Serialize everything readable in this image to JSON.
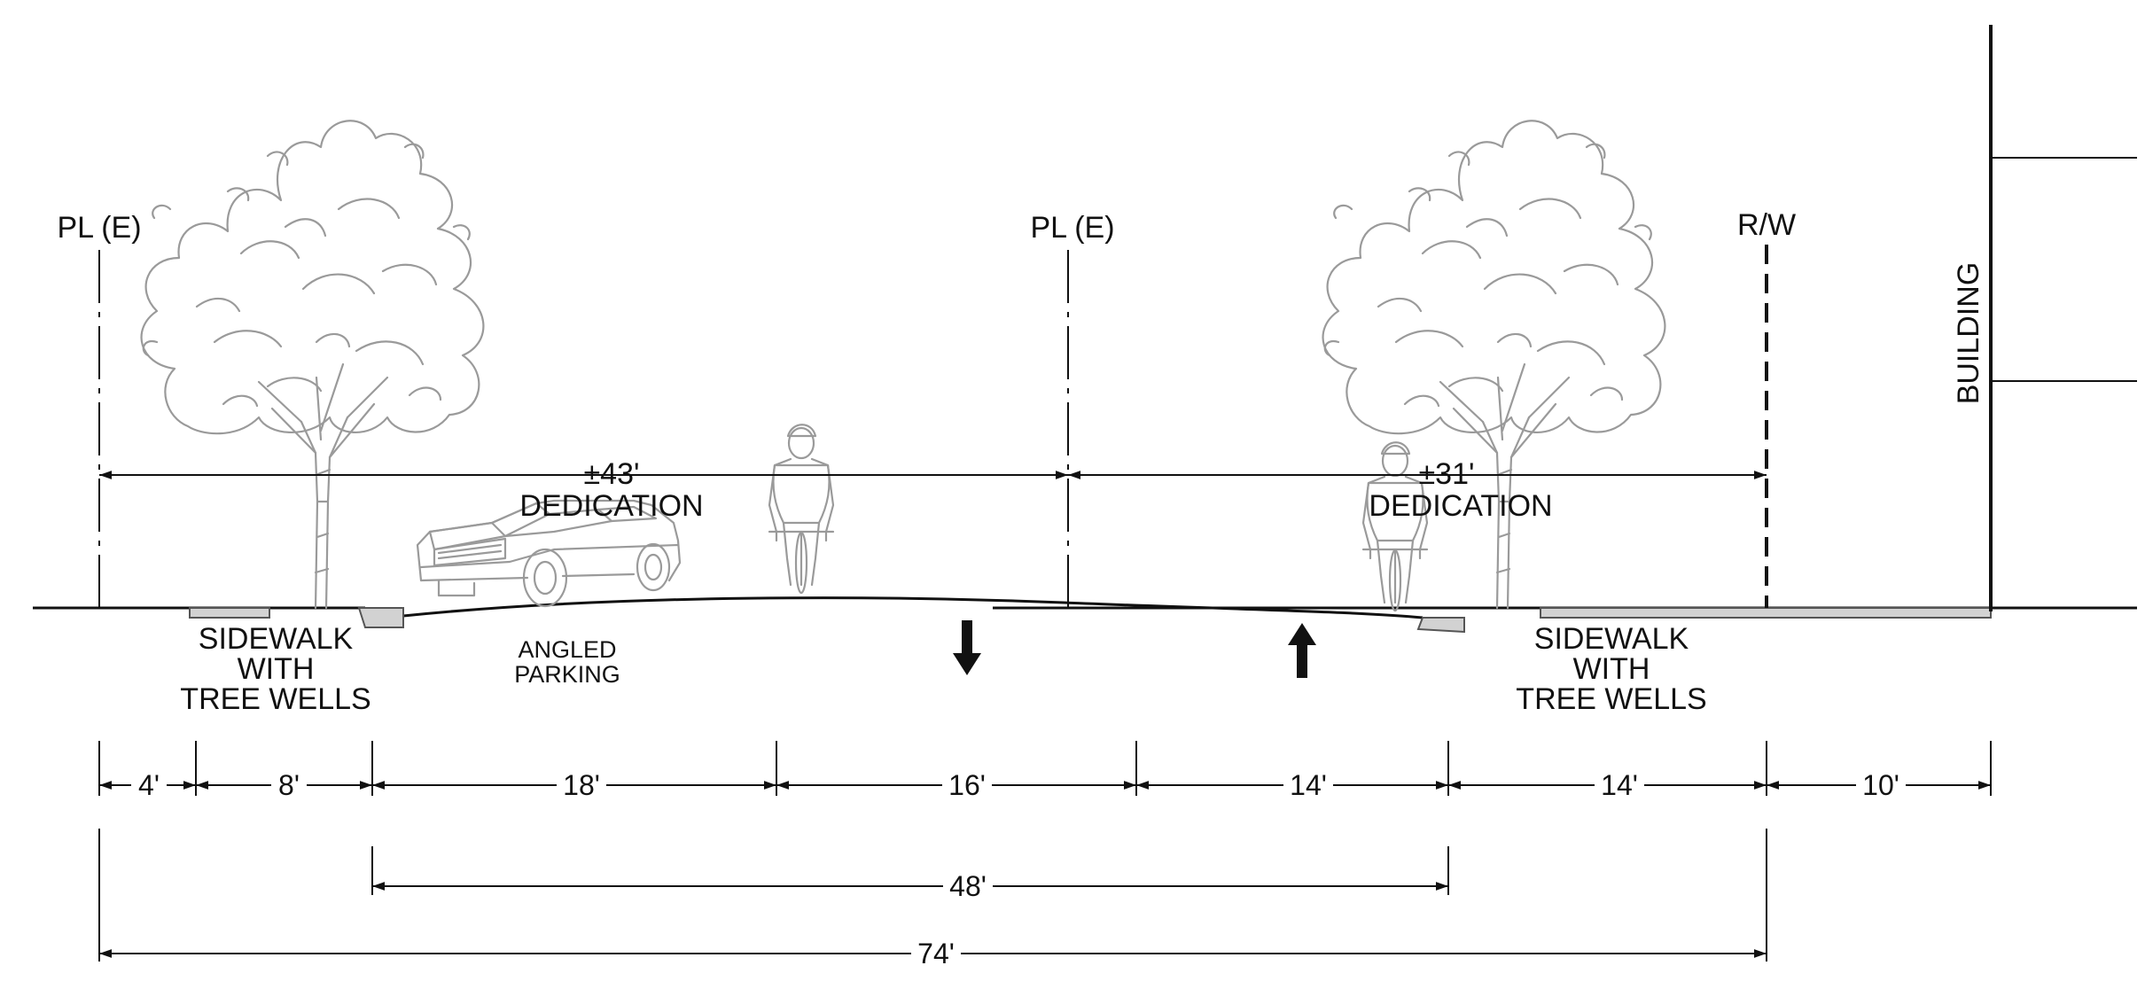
{
  "labels": {
    "pl_left": "PL (E)",
    "pl_center": "PL (E)",
    "rw": "R/W",
    "building": "BUILDING",
    "dedication_left_value": "±43'",
    "dedication_left_text": "DEDICATION",
    "dedication_right_value": "±31'",
    "dedication_right_text": "DEDICATION",
    "sidewalk_left": [
      "SIDEWALK",
      "WITH",
      "TREE WELLS"
    ],
    "sidewalk_right": [
      "SIDEWALK",
      "WITH",
      "TREE WELLS"
    ],
    "angled_parking": [
      "ANGLED",
      "PARKING"
    ]
  },
  "dimensions": {
    "segments": [
      "4'",
      "8'",
      "18'",
      "16'",
      "14'",
      "14'",
      "10'"
    ],
    "curb_to_curb": "48'",
    "total": "74'"
  },
  "icons": {
    "tree": "tree-icon",
    "car": "car-icon",
    "cyclist": "cyclist-icon",
    "arrow_down": "arrow-down-icon",
    "arrow_up": "arrow-up-icon"
  }
}
